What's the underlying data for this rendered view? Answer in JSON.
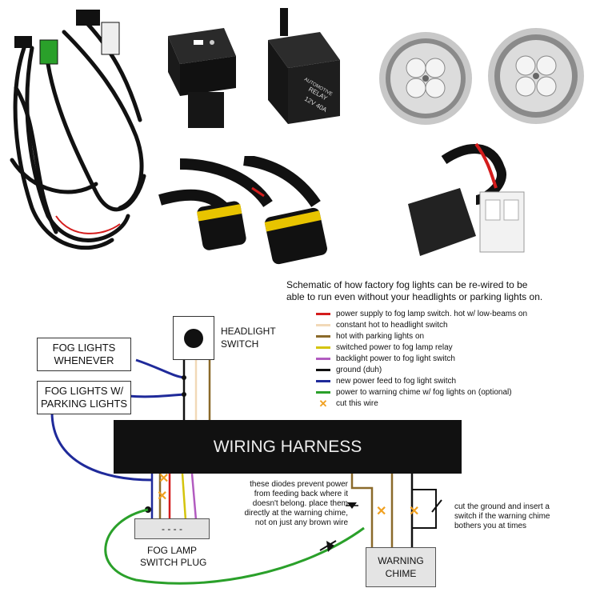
{
  "relay_text": {
    "line1": "AUTOMOTIVE",
    "line2": "RELAY",
    "line3": "12V 40A"
  },
  "schematic": {
    "description_line1": "Schematic of how factory fog lights can be re-wired to be",
    "description_line2": "able to run even without your headlights or parking lights on.",
    "legend": [
      {
        "color": "#d41c1c",
        "label": "power supply to fog lamp switch. hot w/ low-beams on"
      },
      {
        "color": "#f2d9b8",
        "label": "constant hot to headlight switch"
      },
      {
        "color": "#8b6a2a",
        "label": "hot with parking lights on"
      },
      {
        "color": "#d4c40c",
        "label": "switched power to fog lamp relay"
      },
      {
        "color": "#b25cc0",
        "label": "backlight power to fog light switch"
      },
      {
        "color": "#111111",
        "label": "ground (duh)"
      },
      {
        "color": "#1f2a9a",
        "label": "new power feed to fog light switch"
      },
      {
        "color": "#2aa02a",
        "label": "power to warning chime w/ fog lights on (optional)"
      }
    ],
    "cut_label": "cut this wire",
    "cut_color": "#f0a020",
    "headlight_switch": {
      "line1": "HEADLIGHT",
      "line2": "SWITCH"
    },
    "fog_whenever": {
      "line1": "FOG LIGHTS",
      "line2": "WHENEVER"
    },
    "fog_parking": {
      "line1": "FOG LIGHTS W/",
      "line2": "PARKING LIGHTS"
    },
    "harness_label": "WIRING HARNESS",
    "plug_label": {
      "line1": "FOG LAMP",
      "line2": "SWITCH PLUG"
    },
    "plug_pins": "-  -  -  -",
    "warning_chime": {
      "line1": "WARNING",
      "line2": "CHIME"
    },
    "diode_note": [
      "these diodes prevent power",
      "from feeding back where it",
      "doesn't belong. place them",
      "directly at the warning chime,",
      "not on just any brown wire"
    ],
    "ground_note": [
      "cut the ground and insert a",
      "switch if the warning chime",
      "bothers you at times"
    ]
  }
}
